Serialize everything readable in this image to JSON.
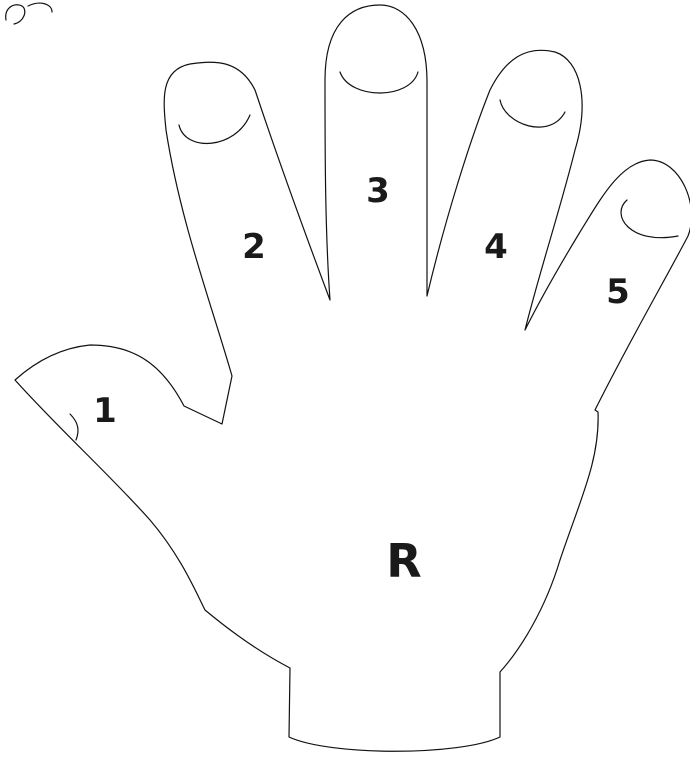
{
  "hand": {
    "side_label": "R",
    "fingers": [
      {
        "number": "1"
      },
      {
        "number": "2"
      },
      {
        "number": "3"
      },
      {
        "number": "4"
      },
      {
        "number": "5"
      }
    ]
  },
  "colors": {
    "line": "#111111",
    "text": "#1a1a1a",
    "background": "#ffffff"
  }
}
